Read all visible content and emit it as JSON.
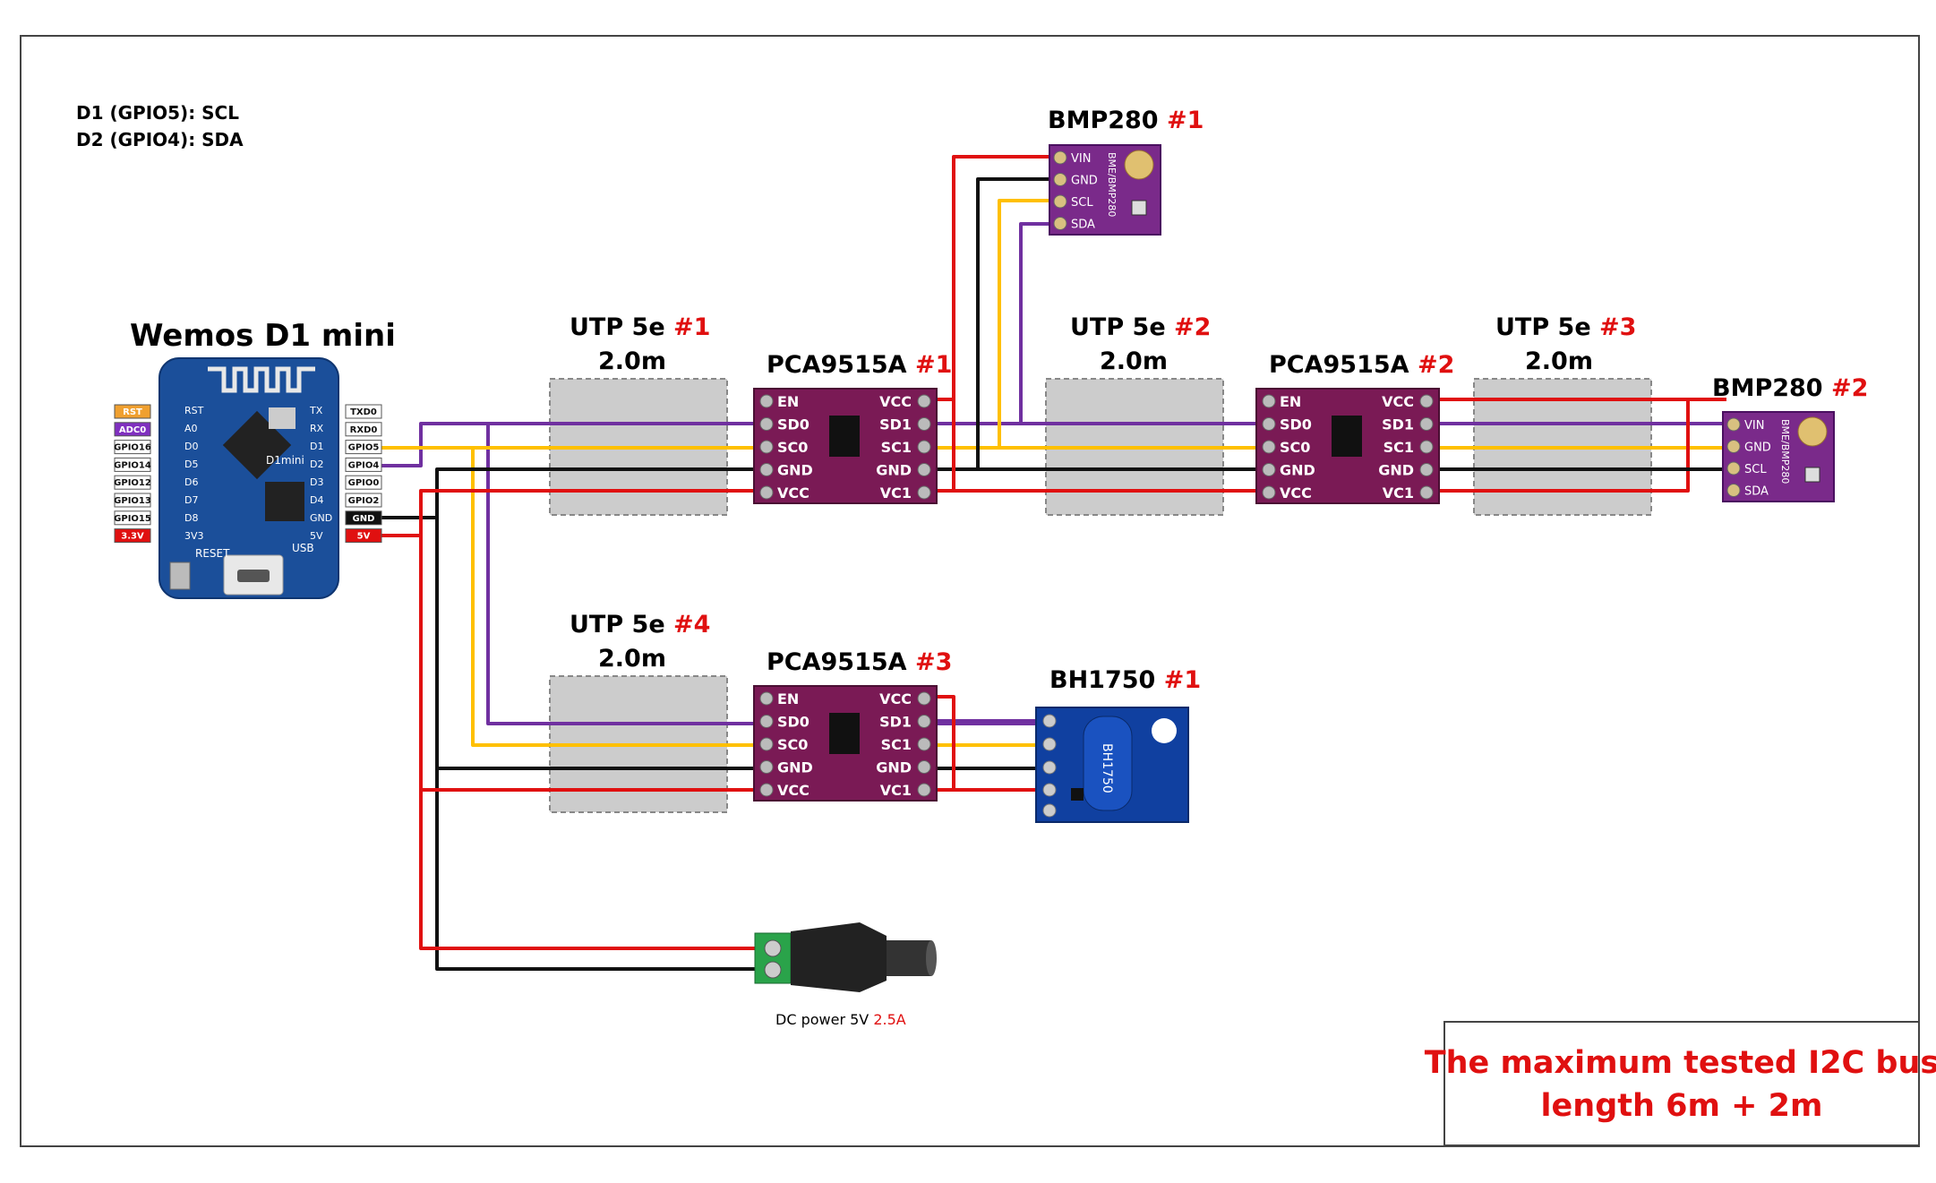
{
  "notes": {
    "line1": "D1 (GPIO5): SCL",
    "line2": "D2 (GPIO4): SDA"
  },
  "wemos": {
    "title": "Wemos D1 mini",
    "left_pins": [
      "RST",
      "ADC0",
      "GPIO16",
      "GPIO14",
      "GPIO12",
      "GPIO13",
      "GPIO15",
      "3.3V"
    ],
    "right_pins": [
      "TXD0",
      "RXD0",
      "GPIO5",
      "GPIO4",
      "GPIO0",
      "GPIO2",
      "GND",
      "5V"
    ],
    "board_left_labels": [
      "RST",
      "A0",
      "D0",
      "D5",
      "D6",
      "D7",
      "D8",
      "3V3"
    ],
    "board_right_labels": [
      "TX",
      "RX",
      "D1",
      "D2",
      "D3",
      "D4",
      "GND",
      "5V"
    ],
    "chip_label": "D1mini",
    "reset_label": "RESET",
    "usb_label": "USB"
  },
  "cables": [
    {
      "name": "UTP 5e",
      "num": "#1",
      "length": "2.0m"
    },
    {
      "name": "UTP 5e",
      "num": "#2",
      "length": "2.0m"
    },
    {
      "name": "UTP 5e",
      "num": "#3",
      "length": "2.0m"
    },
    {
      "name": "UTP 5e",
      "num": "#4",
      "length": "2.0m"
    }
  ],
  "pca": {
    "name": "PCA9515A",
    "nums": [
      "#1",
      "#2",
      "#3"
    ],
    "left_pins": [
      "EN",
      "SD0",
      "SC0",
      "GND",
      "VCC"
    ],
    "right_pins": [
      "VCC",
      "SD1",
      "SC1",
      "GND",
      "VC1"
    ]
  },
  "bmp": {
    "name": "BMP280",
    "nums": [
      "#1",
      "#2"
    ],
    "pins": [
      "VIN",
      "GND",
      "SCL",
      "SDA"
    ],
    "chip_text": "BME/BMP280"
  },
  "bh": {
    "name": "BH1750",
    "num": "#1",
    "chip_text": "BH1750"
  },
  "power": {
    "label": "DC power  5V",
    "current": "2.5A"
  },
  "conclusion": {
    "line1": "The maximum tested I2C bus",
    "line2": "length 6m + 2m"
  },
  "colors": {
    "red": "#e01010",
    "black": "#111111",
    "yellow": "#ffc000",
    "purple": "#7030a0",
    "accent": "#e01010"
  }
}
